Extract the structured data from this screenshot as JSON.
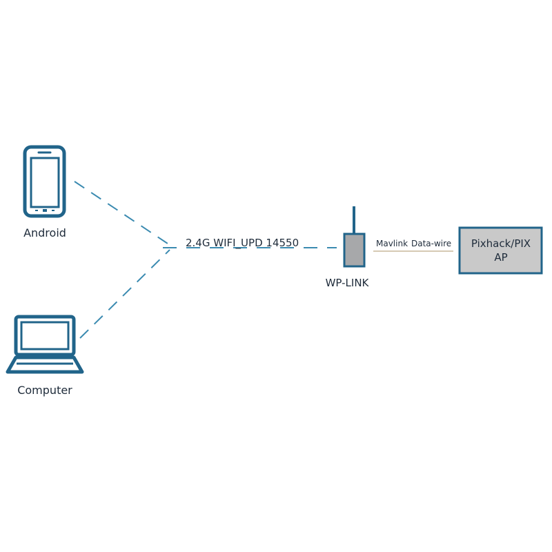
{
  "colors": {
    "primary": "#21648a",
    "dash": "#3a8ab0",
    "device_fill": "#a7a8aa",
    "box_fill": "#c9c9c9",
    "wire": "#c8b79a",
    "text": "#1e2b3a"
  },
  "nodes": {
    "android": {
      "label": "Android",
      "icon": "smartphone-icon"
    },
    "computer": {
      "label": "Computer",
      "icon": "laptop-icon"
    },
    "wp_link": {
      "label": "WP-LINK",
      "icon": "wifi-module-icon"
    },
    "pixhack": {
      "line1": "Pixhack/PIX",
      "line2": "AP"
    }
  },
  "links": {
    "wifi_label": "2.4G WIFI_UPD 14550",
    "mavlink_label": "Mavlink",
    "datawire_label": "Data-wire"
  }
}
